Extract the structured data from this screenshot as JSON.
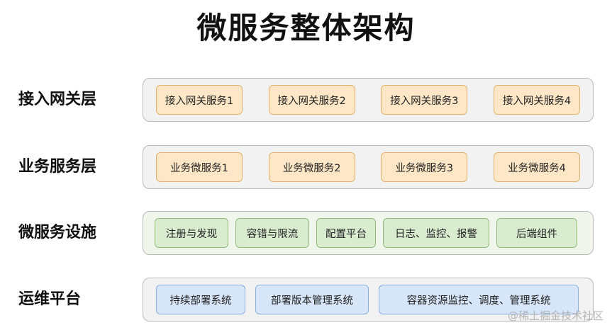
{
  "title": "微服务整体架构",
  "layers": [
    {
      "label": "接入网关层",
      "components": [
        "接入网关服务1",
        "接入网关服务2",
        "接入网关服务3",
        "接入网关服务4"
      ]
    },
    {
      "label": "业务服务层",
      "components": [
        "业务微服务1",
        "业务微服务2",
        "业务微服务3",
        "业务微服务4"
      ]
    },
    {
      "label": "微服务设施",
      "components": [
        "注册与发现",
        "容错与限流",
        "配置平台",
        "日志、监控、报警",
        "后端组件"
      ]
    },
    {
      "label": "运维平台",
      "components": [
        "持续部署系统",
        "部署版本管理系统",
        "容器资源监控、调度、管理系统"
      ]
    }
  ],
  "watermark": "@稀土掘金技术社区",
  "colors": {
    "gateway_fill": "#fde7c6",
    "business_fill": "#fde7c6",
    "infra_fill": "#d9ecd0",
    "ops_fill": "#d7e6f9"
  }
}
